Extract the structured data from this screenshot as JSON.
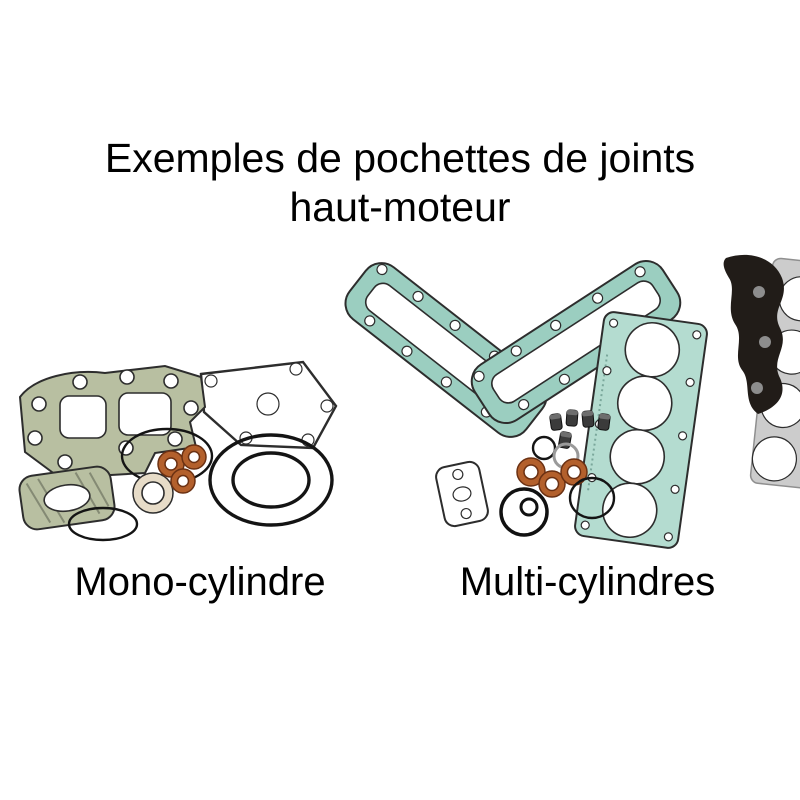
{
  "title": {
    "line1": "Exemples de pochettes de joints",
    "line2": "haut-moteur"
  },
  "captions": {
    "mono": "Mono-cylindre",
    "multi": "Multi-cylindres"
  },
  "illustrations": {
    "mono": "mono-cylinder-top-end-gasket-kit",
    "multi": "multi-cylinder-top-end-gasket-kit"
  },
  "colors": {
    "text": "#000000",
    "outline": "#2d2d2d",
    "gasket_green": "#b8bfa1",
    "gasket_teal": "#9bcec0",
    "gasket_aqua": "#b4dcd0",
    "copper": "#b3602c",
    "copper_dark": "#6b3113",
    "beige": "#e7dcc8",
    "metal_gray": "#cccccc",
    "dark_part": "#211c18",
    "ring_black": "#141414"
  }
}
